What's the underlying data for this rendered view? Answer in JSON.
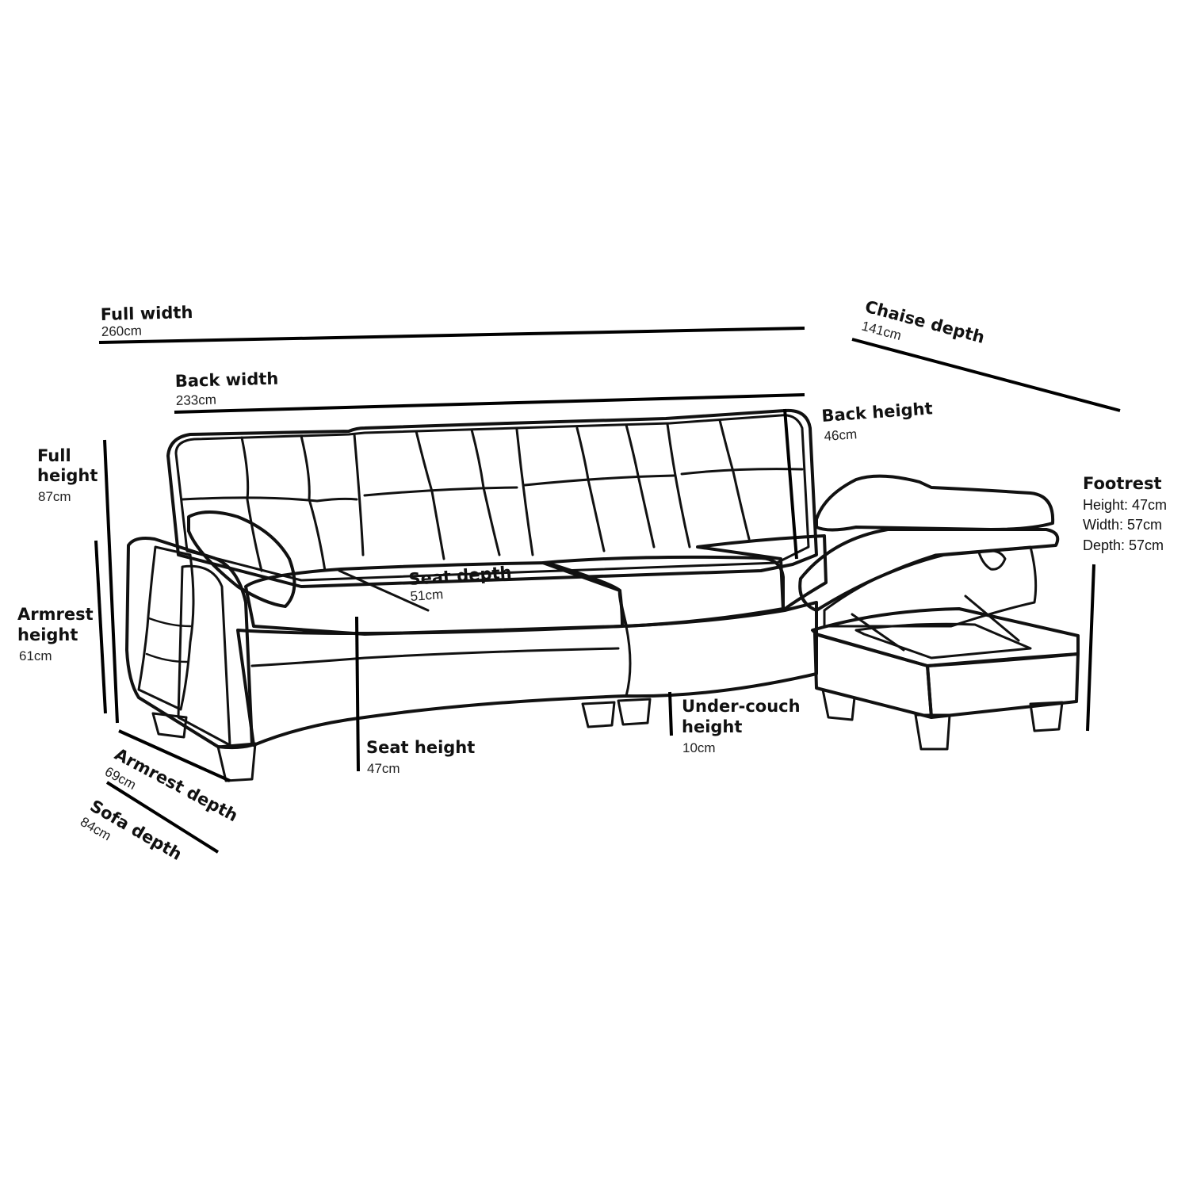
{
  "labels": {
    "full_width": {
      "title": "Full width",
      "value": "260cm"
    },
    "back_width": {
      "title": "Back width",
      "value": "233cm"
    },
    "chaise_depth": {
      "title": "Chaise depth",
      "value": "141cm"
    },
    "back_height": {
      "title": "Back height",
      "value": "46cm"
    },
    "full_height": {
      "title1": "Full",
      "title2": "height",
      "value": "87cm"
    },
    "armrest_height": {
      "title1": "Armrest",
      "title2": "height",
      "value": "61cm"
    },
    "seat_depth": {
      "title": "Seat depth",
      "value": "51cm"
    },
    "seat_height": {
      "title": "Seat height",
      "value": "47cm"
    },
    "under_couch_height": {
      "title1": "Under-couch",
      "title2": "height",
      "value": "10cm"
    },
    "armrest_depth": {
      "title": "Armrest depth",
      "value": "69cm"
    },
    "sofa_depth": {
      "title": "Sofa depth",
      "value": "84cm"
    },
    "footrest": {
      "title": "Footrest",
      "height": "Height: 47cm",
      "width": "Width: 57cm",
      "depth": "Depth: 57cm"
    }
  },
  "colors": {
    "upholstery": "#c9c9c9",
    "upholstery_dark": "#a8a8a8",
    "interior": "#8a8a8a",
    "legs": "#3a3a3a",
    "ink": "#111111"
  }
}
